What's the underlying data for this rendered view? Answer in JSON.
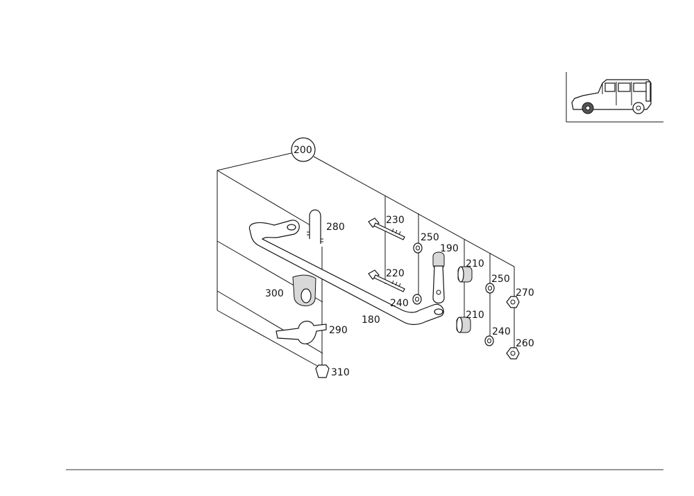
{
  "callouts": {
    "c200": "200",
    "c280": "280",
    "c230": "230",
    "c250a": "250",
    "c190": "190",
    "c210a": "210",
    "c250b": "250",
    "c270": "270",
    "c220": "220",
    "c300": "300",
    "c240a": "240",
    "c180": "180",
    "c210b": "210",
    "c240b": "240",
    "c290": "290",
    "c260": "260",
    "c310": "310"
  }
}
